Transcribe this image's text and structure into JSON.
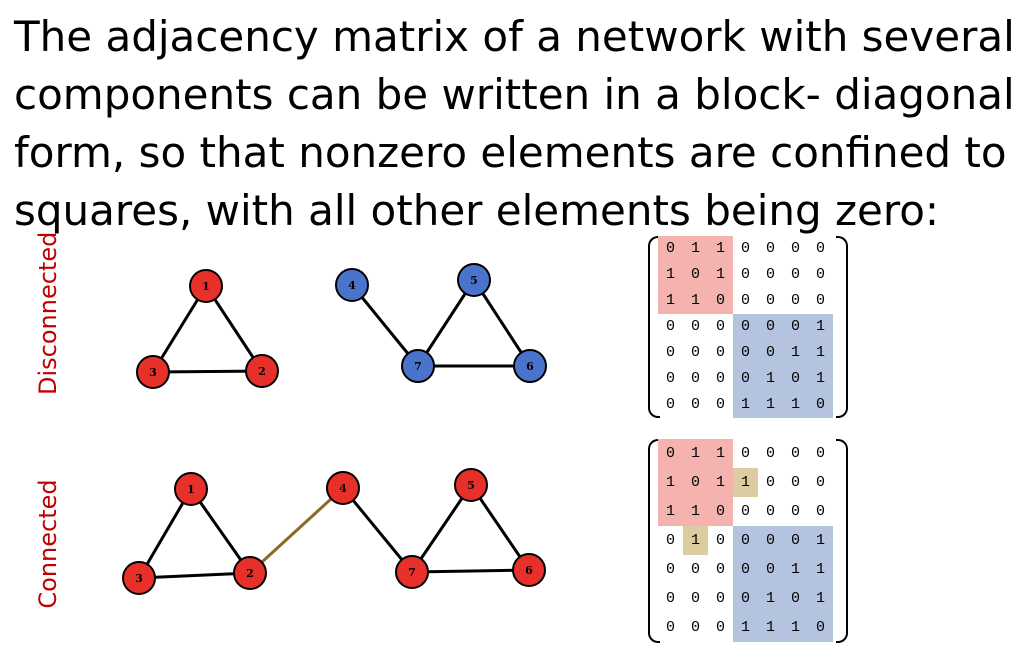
{
  "heading_lines": [
    "The adjacency matrix of a network with several",
    "components can be written in a block- diagonal",
    "form, so that nonzero elements are confined to",
    "squares, with all other elements being zero:"
  ],
  "labels": {
    "disconnected": "Disconnected",
    "connected": "Connected"
  },
  "colors": {
    "red_node": "#e8302a",
    "blue_node": "#4a74cc",
    "red_block": "#f4b3ae",
    "blue_block": "#b4c3de",
    "tan_cell": "#dccca0",
    "bridge_edge": "#8b6a25",
    "label": "#c00000"
  },
  "graphs": {
    "disconnected": {
      "nodes": [
        {
          "id": "1",
          "color": "red"
        },
        {
          "id": "2",
          "color": "red"
        },
        {
          "id": "3",
          "color": "red"
        },
        {
          "id": "4",
          "color": "blue"
        },
        {
          "id": "5",
          "color": "blue"
        },
        {
          "id": "6",
          "color": "blue"
        },
        {
          "id": "7",
          "color": "blue"
        }
      ],
      "edges": [
        [
          "1",
          "2"
        ],
        [
          "1",
          "3"
        ],
        [
          "2",
          "3"
        ],
        [
          "4",
          "7"
        ],
        [
          "5",
          "7"
        ],
        [
          "5",
          "6"
        ],
        [
          "6",
          "7"
        ]
      ]
    },
    "connected": {
      "nodes": [
        {
          "id": "1",
          "color": "red"
        },
        {
          "id": "2",
          "color": "red"
        },
        {
          "id": "3",
          "color": "red"
        },
        {
          "id": "4",
          "color": "red"
        },
        {
          "id": "5",
          "color": "red"
        },
        {
          "id": "6",
          "color": "red"
        },
        {
          "id": "7",
          "color": "red"
        }
      ],
      "edges": [
        [
          "1",
          "2"
        ],
        [
          "1",
          "3"
        ],
        [
          "2",
          "3"
        ],
        [
          "2",
          "4"
        ],
        [
          "4",
          "7"
        ],
        [
          "5",
          "7"
        ],
        [
          "5",
          "6"
        ],
        [
          "6",
          "7"
        ]
      ],
      "bridge": [
        "2",
        "4"
      ]
    }
  },
  "matrices": {
    "disconnected": [
      [
        0,
        1,
        1,
        0,
        0,
        0,
        0
      ],
      [
        1,
        0,
        1,
        0,
        0,
        0,
        0
      ],
      [
        1,
        1,
        0,
        0,
        0,
        0,
        0
      ],
      [
        0,
        0,
        0,
        0,
        0,
        0,
        1
      ],
      [
        0,
        0,
        0,
        0,
        0,
        1,
        1
      ],
      [
        0,
        0,
        0,
        0,
        1,
        0,
        1
      ],
      [
        0,
        0,
        0,
        1,
        1,
        1,
        0
      ]
    ],
    "connected": [
      [
        0,
        1,
        1,
        0,
        0,
        0,
        0
      ],
      [
        1,
        0,
        1,
        1,
        0,
        0,
        0
      ],
      [
        1,
        1,
        0,
        0,
        0,
        0,
        0
      ],
      [
        0,
        1,
        0,
        0,
        0,
        0,
        1
      ],
      [
        0,
        0,
        0,
        0,
        0,
        1,
        1
      ],
      [
        0,
        0,
        0,
        0,
        1,
        0,
        1
      ],
      [
        0,
        0,
        0,
        1,
        1,
        1,
        0
      ]
    ],
    "highlight_cells": [
      [
        1,
        3
      ],
      [
        3,
        1
      ]
    ]
  }
}
